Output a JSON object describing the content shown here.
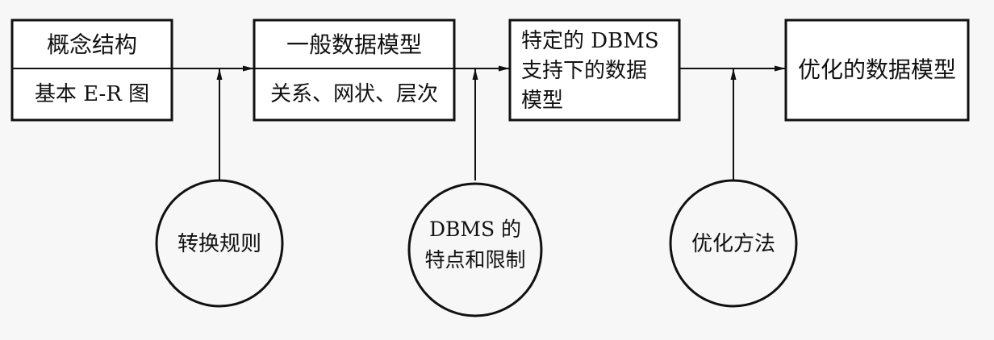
{
  "boxes": {
    "conceptual": {
      "title": "概念结构",
      "subtitle": "基本 E-R 图"
    },
    "general": {
      "title": "一般数据模型",
      "subtitle": "关系、网状、层次"
    },
    "dbms_specific": {
      "lines": [
        "特定的 DBMS",
        "支持下的数据",
        "模型"
      ]
    },
    "optimized": {
      "title": "优化的数据模型"
    }
  },
  "circles": {
    "rules": {
      "label": "转换规则"
    },
    "dbms_features": {
      "lines": [
        "DBMS 的",
        "特点和限制"
      ]
    },
    "optimize": {
      "label": "优化方法"
    }
  },
  "colors": {
    "background": "#f7f7f7",
    "stroke": "#111111",
    "box_fill": "#ffffff"
  }
}
